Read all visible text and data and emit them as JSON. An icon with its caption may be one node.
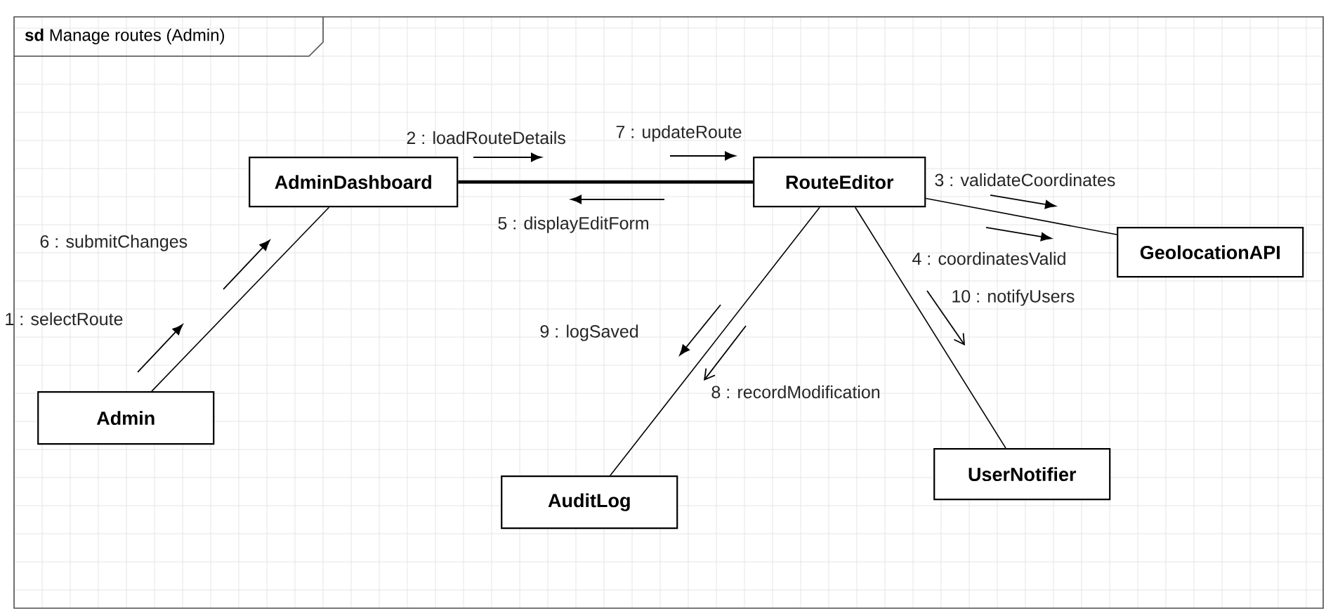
{
  "diagram": {
    "nodes": [
      {
        "text": [
          "**sd** Manage routes (Admin)"
        ]
      },
      {
        "text": [
          "AdminDashboard"
        ],
        "in": 0
      },
      {
        "text": [
          "RouteEditor"
        ],
        "in": 0
      },
      {
        "text": [
          "GeolocationAPI"
        ],
        "in": 0
      },
      {
        "text": [
          "Admin"
        ],
        "in": 0
      },
      {
        "text": [
          "AuditLog"
        ],
        "in": 0
      },
      {
        "text": [
          "UserNotifier"
        ],
        "in": 0
      }
    ],
    "edges": [
      {
        "from": 4,
        "to": 1,
        "arrow": "none"
      },
      {
        "from": 1,
        "to": 2,
        "arrow": "none",
        "style": "thick"
      },
      {
        "from": 2,
        "to": 3,
        "arrow": "none"
      },
      {
        "from": 2,
        "to": 5,
        "arrow": "none"
      },
      {
        "from": 2,
        "to": 6,
        "arrow": "none"
      }
    ],
    "labels": [
      "2 : loadRouteDetails",
      "7 : updateRoute",
      "3 : validateCoordinates",
      "5 : displayEditForm",
      "6 : submitChanges",
      "4 : coordinatesValid",
      "10 : notifyUsers",
      "1 : selectRoute",
      "9 : logSaved",
      "8 : recordModification"
    ]
  }
}
